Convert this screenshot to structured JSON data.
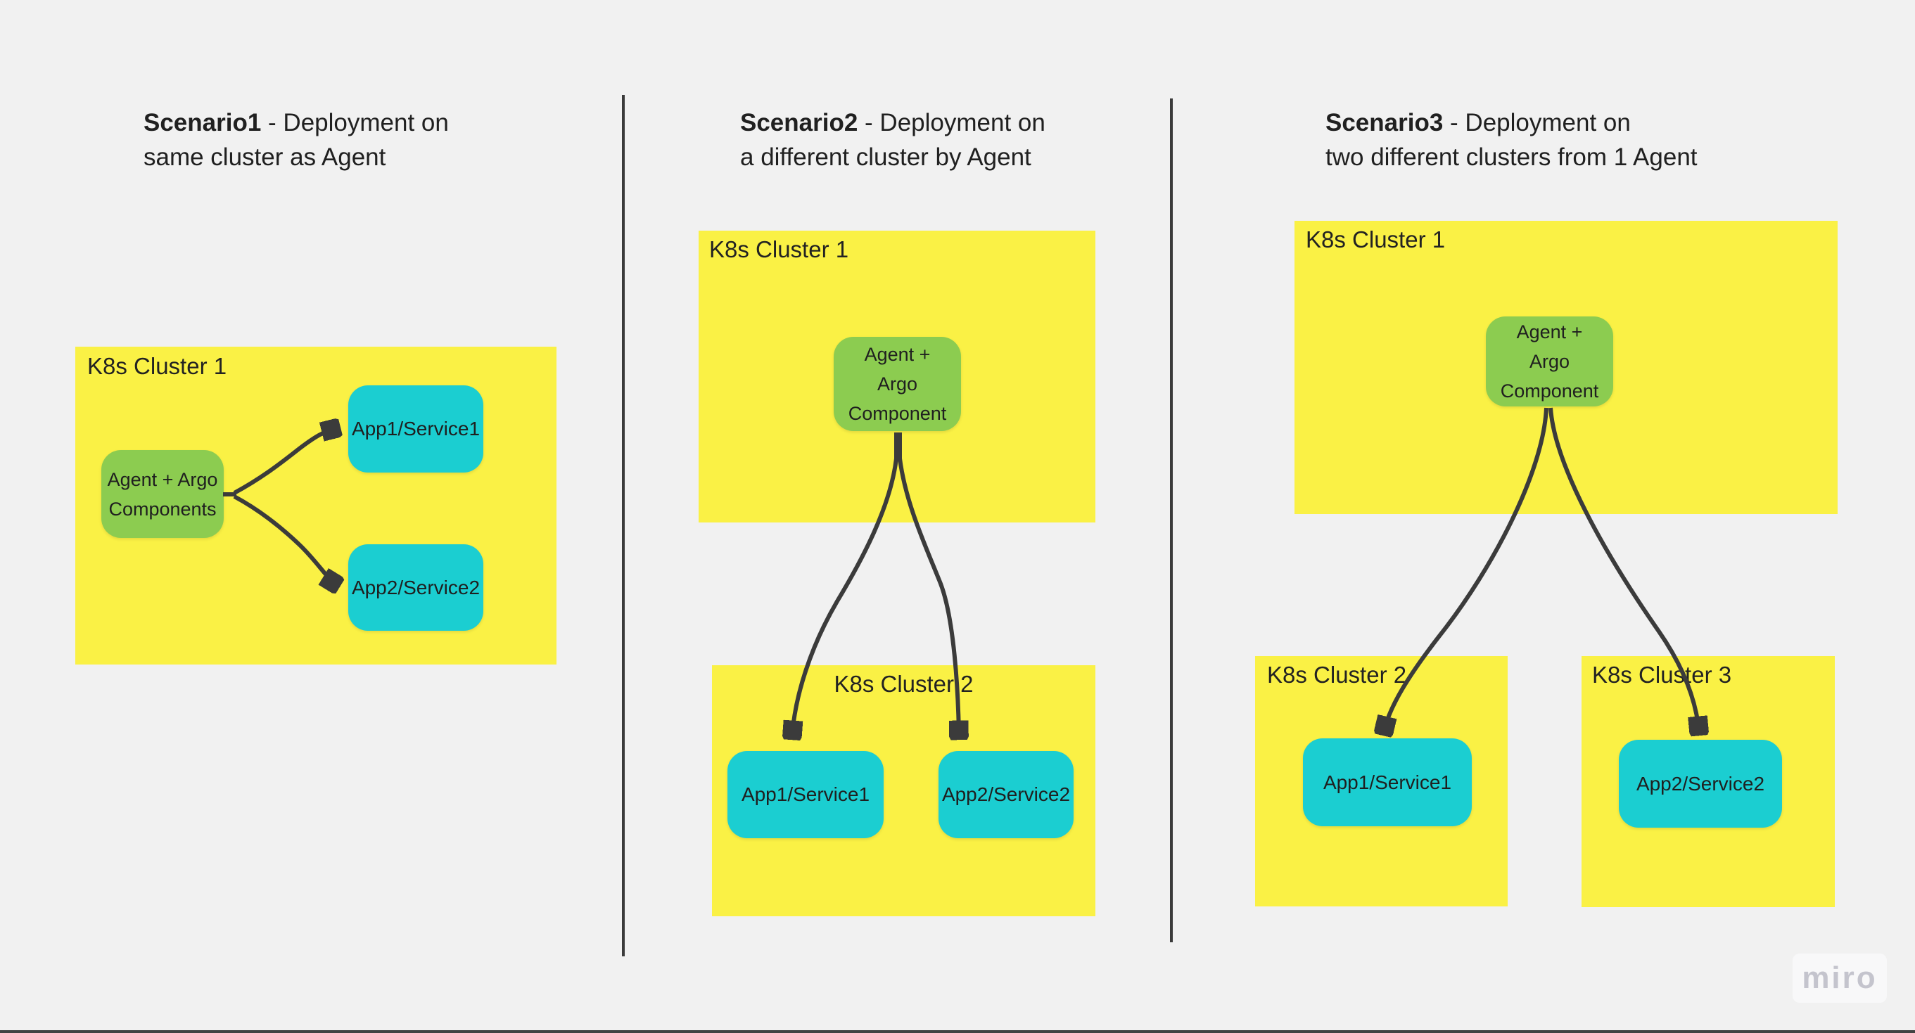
{
  "page": {
    "background": "#f1f1f1"
  },
  "palette": {
    "yellow": "#FAF145",
    "green": "#8CCC50",
    "cyan": "#1BCED1",
    "ink": "#1f1f1f",
    "line": "#3b3b3b",
    "wm": "#c4c4cd"
  },
  "scenario1": {
    "title": {
      "bold": "Scenario1",
      "rest": " - Deployment on",
      "line2": "same cluster as Agent"
    },
    "cluster1": {
      "label": "K8s Cluster 1"
    },
    "agent": {
      "line1": "Agent + Argo",
      "line2": "Components"
    },
    "app1": "App1/Service1",
    "app2": "App2/Service2"
  },
  "scenario2": {
    "title": {
      "bold": "Scenario2",
      "rest": " - Deployment on",
      "line2": "a different cluster by Agent"
    },
    "cluster1": {
      "label": "K8s Cluster 1"
    },
    "agent": {
      "line1": "Agent +",
      "line2": "Argo",
      "line3": "Component"
    },
    "cluster2": {
      "label": "K8s Cluster 2"
    },
    "app1": "App1/Service1",
    "app2": "App2/Service2"
  },
  "scenario3": {
    "title": {
      "bold": "Scenario3",
      "rest": " - Deployment on",
      "line2": "two different clusters from 1 Agent"
    },
    "cluster1": {
      "label": "K8s Cluster 1"
    },
    "agent": {
      "line1": "Agent +",
      "line2": "Argo",
      "line3": "Component"
    },
    "cluster2": {
      "label": "K8s Cluster 2"
    },
    "cluster3": {
      "label": "K8s Cluster 3"
    },
    "app1": "App1/Service1",
    "app2": "App2/Service2"
  },
  "watermark": {
    "label": "miro"
  }
}
